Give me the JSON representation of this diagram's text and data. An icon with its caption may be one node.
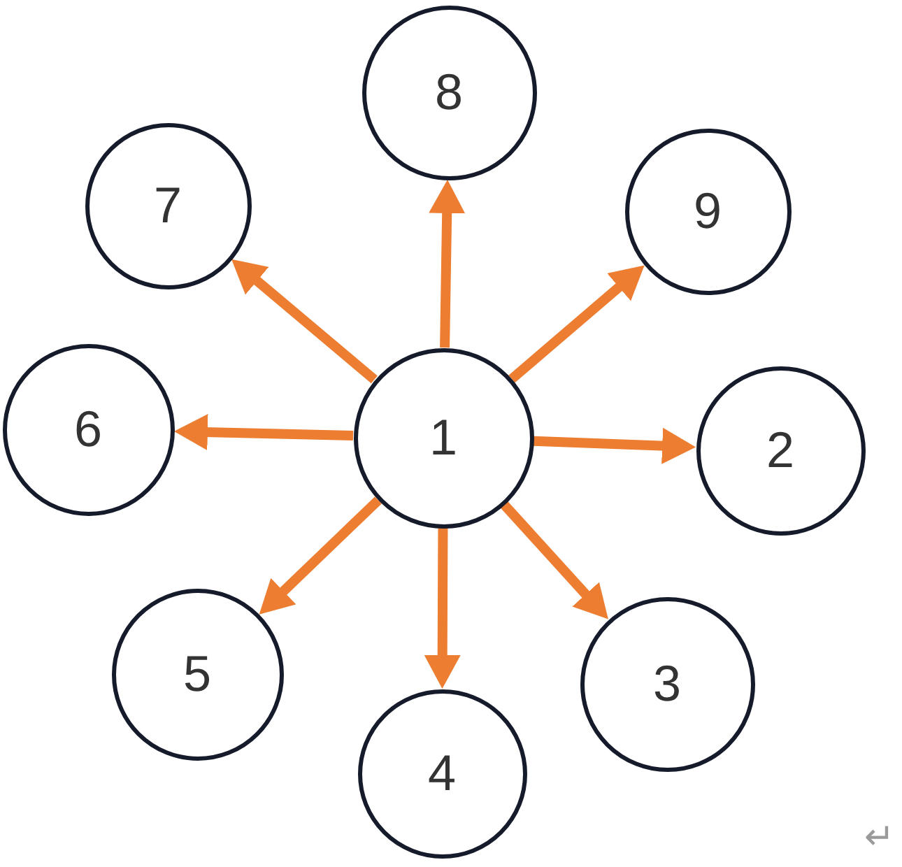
{
  "diagram": {
    "nodes": [
      {
        "text": [
          "8"
        ]
      },
      {
        "text": [
          "7"
        ]
      },
      {
        "text": [
          "9"
        ]
      },
      {
        "text": [
          "6"
        ]
      },
      {
        "text": [
          "1"
        ]
      },
      {
        "text": [
          "2"
        ]
      },
      {
        "text": [
          "5"
        ]
      },
      {
        "text": [
          "3"
        ]
      },
      {
        "text": [
          "4"
        ]
      }
    ],
    "edges": [
      {
        "from": 4,
        "to": 0,
        "arrow": "to"
      },
      {
        "from": 4,
        "to": 1,
        "arrow": "to"
      },
      {
        "from": 4,
        "to": 2,
        "arrow": "to"
      },
      {
        "from": 4,
        "to": 3,
        "arrow": "to"
      },
      {
        "from": 4,
        "to": 5,
        "arrow": "to"
      },
      {
        "from": 4,
        "to": 6,
        "arrow": "to"
      },
      {
        "from": 4,
        "to": 7,
        "arrow": "to"
      },
      {
        "from": 4,
        "to": 8,
        "arrow": "to"
      }
    ],
    "labels": [
      "↵"
    ]
  }
}
